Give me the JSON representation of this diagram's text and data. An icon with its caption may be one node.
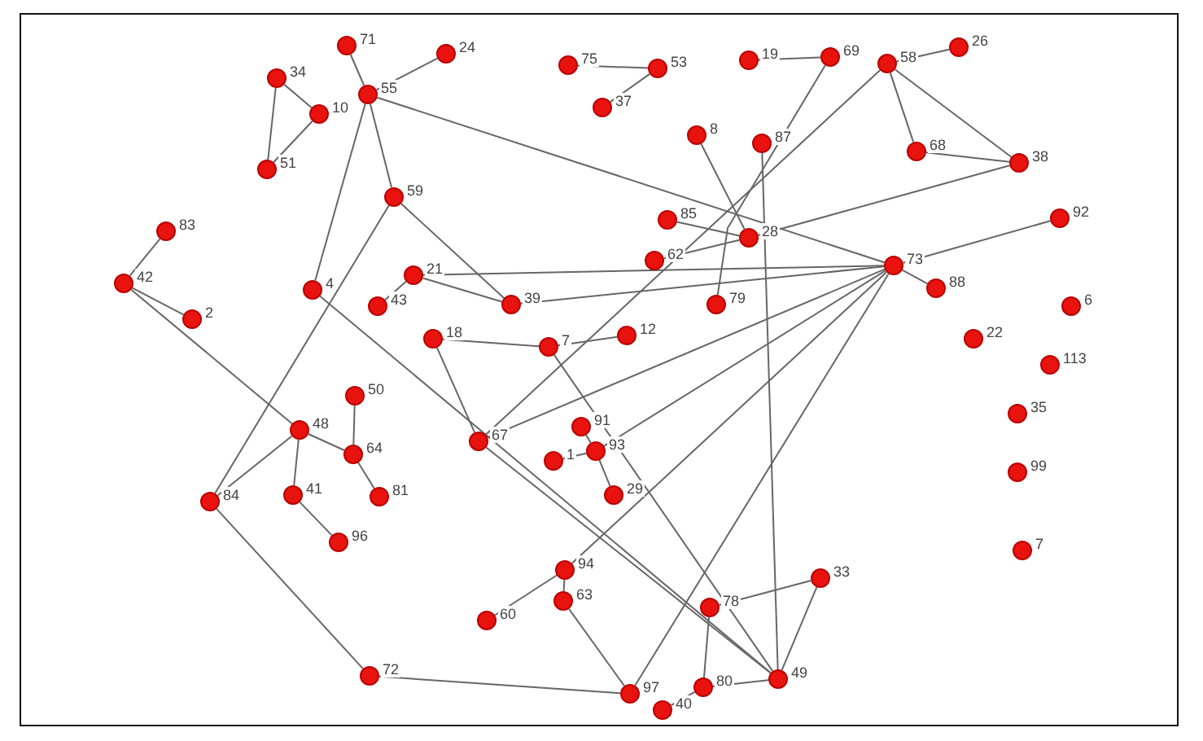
{
  "diagram": {
    "nodes": [
      {
        "text": [],
        "shape": "circle",
        "beside": [
          "71"
        ]
      },
      {
        "text": [],
        "shape": "circle",
        "beside": [
          "24"
        ]
      },
      {
        "text": [],
        "shape": "circle",
        "beside": [
          "55"
        ]
      },
      {
        "text": [],
        "shape": "circle",
        "beside": [
          "34"
        ]
      },
      {
        "text": [],
        "shape": "circle",
        "beside": [
          "10"
        ]
      },
      {
        "text": [],
        "shape": "circle",
        "beside": [
          "51"
        ]
      },
      {
        "text": [],
        "shape": "circle",
        "beside": [
          "83"
        ]
      },
      {
        "text": [],
        "shape": "circle",
        "beside": [
          "42"
        ]
      },
      {
        "text": [],
        "shape": "circle",
        "beside": [
          "2"
        ]
      },
      {
        "text": [],
        "shape": "circle",
        "beside": [
          "59"
        ]
      },
      {
        "text": [],
        "shape": "circle",
        "beside": [
          "4"
        ]
      },
      {
        "text": [],
        "shape": "circle",
        "beside": [
          "21"
        ]
      },
      {
        "text": [],
        "shape": "circle",
        "beside": [
          "43"
        ]
      },
      {
        "text": [],
        "shape": "circle",
        "beside": [
          "39"
        ]
      },
      {
        "text": [],
        "shape": "circle",
        "beside": [
          "18"
        ]
      },
      {
        "text": [],
        "shape": "circle",
        "beside": [
          "7"
        ]
      },
      {
        "text": [],
        "shape": "circle",
        "beside": [
          "12"
        ]
      },
      {
        "text": [],
        "shape": "circle",
        "beside": [
          "67"
        ]
      },
      {
        "text": [],
        "shape": "circle",
        "beside": [
          "91"
        ]
      },
      {
        "text": [],
        "shape": "circle",
        "beside": [
          "1"
        ]
      },
      {
        "text": [],
        "shape": "circle",
        "beside": [
          "93"
        ]
      },
      {
        "text": [],
        "shape": "circle",
        "beside": [
          "29"
        ]
      },
      {
        "text": [],
        "shape": "circle",
        "beside": [
          "50"
        ]
      },
      {
        "text": [],
        "shape": "circle",
        "beside": [
          "48"
        ]
      },
      {
        "text": [],
        "shape": "circle",
        "beside": [
          "64"
        ]
      },
      {
        "text": [],
        "shape": "circle",
        "beside": [
          "41"
        ]
      },
      {
        "text": [],
        "shape": "circle",
        "beside": [
          "81"
        ]
      },
      {
        "text": [],
        "shape": "circle",
        "beside": [
          "96"
        ]
      },
      {
        "text": [],
        "shape": "circle",
        "beside": [
          "84"
        ]
      },
      {
        "text": [],
        "shape": "circle",
        "beside": [
          "94"
        ]
      },
      {
        "text": [],
        "shape": "circle",
        "beside": [
          "63"
        ]
      },
      {
        "text": [],
        "shape": "circle",
        "beside": [
          "60"
        ]
      },
      {
        "text": [],
        "shape": "circle",
        "beside": [
          "78"
        ]
      },
      {
        "text": [],
        "shape": "circle",
        "beside": [
          "33"
        ]
      },
      {
        "text": [],
        "shape": "circle",
        "beside": [
          "97"
        ]
      },
      {
        "text": [],
        "shape": "circle",
        "beside": [
          "80"
        ]
      },
      {
        "text": [],
        "shape": "circle",
        "beside": [
          "49"
        ]
      },
      {
        "text": [],
        "shape": "circle",
        "beside": [
          "40"
        ]
      },
      {
        "text": [],
        "shape": "circle",
        "beside": [
          "72"
        ]
      },
      {
        "text": [],
        "shape": "circle",
        "beside": [
          "75"
        ]
      },
      {
        "text": [],
        "shape": "circle",
        "beside": [
          "53"
        ]
      },
      {
        "text": [],
        "shape": "circle",
        "beside": [
          "37"
        ]
      },
      {
        "text": [],
        "shape": "circle",
        "beside": [
          "19"
        ]
      },
      {
        "text": [],
        "shape": "circle",
        "beside": [
          "69"
        ]
      },
      {
        "text": [],
        "shape": "circle",
        "beside": [
          "58"
        ]
      },
      {
        "text": [],
        "shape": "circle",
        "beside": [
          "26"
        ]
      },
      {
        "text": [],
        "shape": "circle",
        "beside": [
          "8"
        ]
      },
      {
        "text": [],
        "shape": "circle",
        "beside": [
          "87"
        ]
      },
      {
        "text": [],
        "shape": "circle",
        "beside": [
          "68"
        ]
      },
      {
        "text": [],
        "shape": "circle",
        "beside": [
          "38"
        ]
      },
      {
        "text": [],
        "shape": "circle",
        "beside": [
          "85"
        ]
      },
      {
        "text": [],
        "shape": "circle",
        "beside": [
          "28"
        ]
      },
      {
        "text": [],
        "shape": "circle",
        "beside": [
          "62"
        ]
      },
      {
        "text": [],
        "shape": "circle",
        "beside": [
          "79"
        ]
      },
      {
        "text": [],
        "shape": "circle",
        "beside": [
          "92"
        ]
      },
      {
        "text": [],
        "shape": "circle",
        "beside": [
          "73"
        ]
      },
      {
        "text": [],
        "shape": "circle",
        "beside": [
          "88"
        ]
      },
      {
        "text": [],
        "shape": "circle",
        "beside": [
          "6"
        ]
      },
      {
        "text": [],
        "shape": "circle",
        "beside": [
          "22"
        ]
      },
      {
        "text": [],
        "shape": "circle",
        "beside": [
          "113"
        ]
      },
      {
        "text": [],
        "shape": "circle",
        "beside": [
          "35"
        ]
      },
      {
        "text": [],
        "shape": "circle",
        "beside": [
          "99"
        ]
      },
      {
        "text": [],
        "shape": "circle",
        "beside": [
          "7"
        ]
      }
    ],
    "edges": [
      {
        "from": 0,
        "to": 2,
        "arrow": "none"
      },
      {
        "from": 1,
        "to": 2,
        "arrow": "none"
      },
      {
        "from": 3,
        "to": 4,
        "arrow": "none"
      },
      {
        "from": 3,
        "to": 5,
        "arrow": "none"
      },
      {
        "from": 4,
        "to": 5,
        "arrow": "none"
      },
      {
        "from": 2,
        "to": 9,
        "arrow": "none"
      },
      {
        "from": 2,
        "to": 10,
        "arrow": "none"
      },
      {
        "from": 2,
        "to": 55,
        "arrow": "none"
      },
      {
        "from": 9,
        "to": 28,
        "arrow": "none"
      },
      {
        "from": 9,
        "to": 13,
        "arrow": "none"
      },
      {
        "from": 6,
        "to": 7,
        "arrow": "none"
      },
      {
        "from": 7,
        "to": 8,
        "arrow": "none"
      },
      {
        "from": 7,
        "to": 23,
        "arrow": "none"
      },
      {
        "from": 10,
        "to": 36,
        "arrow": "none"
      },
      {
        "from": 11,
        "to": 12,
        "arrow": "none"
      },
      {
        "from": 11,
        "to": 55,
        "arrow": "none"
      },
      {
        "from": 11,
        "to": 13,
        "arrow": "none"
      },
      {
        "from": 13,
        "to": 55,
        "arrow": "none"
      },
      {
        "from": 14,
        "to": 15,
        "arrow": "none"
      },
      {
        "from": 15,
        "to": 16,
        "arrow": "none"
      },
      {
        "from": 14,
        "to": 17,
        "arrow": "none"
      },
      {
        "from": 15,
        "to": 36,
        "arrow": "none"
      },
      {
        "from": 17,
        "to": 55,
        "arrow": "none"
      },
      {
        "from": 17,
        "to": 44,
        "arrow": "none"
      },
      {
        "from": 17,
        "to": 36,
        "arrow": "none"
      },
      {
        "from": 18,
        "to": 20,
        "arrow": "none"
      },
      {
        "from": 19,
        "to": 20,
        "arrow": "none"
      },
      {
        "from": 20,
        "to": 21,
        "arrow": "none"
      },
      {
        "from": 20,
        "to": 55,
        "arrow": "none"
      },
      {
        "from": 29,
        "to": 55,
        "arrow": "none"
      },
      {
        "from": 34,
        "to": 55,
        "arrow": "none"
      },
      {
        "from": 29,
        "to": 31,
        "arrow": "none"
      },
      {
        "from": 29,
        "to": 30,
        "arrow": "none"
      },
      {
        "from": 30,
        "to": 34,
        "arrow": "none"
      },
      {
        "from": 38,
        "to": 34,
        "arrow": "none"
      },
      {
        "from": 28,
        "to": 38,
        "arrow": "none"
      },
      {
        "from": 28,
        "to": 23,
        "arrow": "none"
      },
      {
        "from": 23,
        "to": 24,
        "arrow": "none"
      },
      {
        "from": 23,
        "to": 25,
        "arrow": "none"
      },
      {
        "from": 22,
        "to": 24,
        "arrow": "none"
      },
      {
        "from": 24,
        "to": 26,
        "arrow": "none"
      },
      {
        "from": 25,
        "to": 27,
        "arrow": "none"
      },
      {
        "from": 32,
        "to": 33,
        "arrow": "none"
      },
      {
        "from": 33,
        "to": 36,
        "arrow": "none"
      },
      {
        "from": 32,
        "to": 35,
        "arrow": "none"
      },
      {
        "from": 35,
        "to": 36,
        "arrow": "none"
      },
      {
        "from": 35,
        "to": 37,
        "arrow": "none"
      },
      {
        "from": 39,
        "to": 40,
        "arrow": "none"
      },
      {
        "from": 40,
        "to": 41,
        "arrow": "none"
      },
      {
        "from": 42,
        "to": 43,
        "arrow": "none"
      },
      {
        "from": 43,
        "to": 53,
        "arrow": "none"
      },
      {
        "from": 44,
        "to": 45,
        "arrow": "none"
      },
      {
        "from": 44,
        "to": 48,
        "arrow": "none"
      },
      {
        "from": 44,
        "to": 49,
        "arrow": "none"
      },
      {
        "from": 48,
        "to": 49,
        "arrow": "none"
      },
      {
        "from": 46,
        "to": 51,
        "arrow": "none"
      },
      {
        "from": 47,
        "to": 36,
        "arrow": "none"
      },
      {
        "from": 50,
        "to": 51,
        "arrow": "none"
      },
      {
        "from": 52,
        "to": 51,
        "arrow": "none"
      },
      {
        "from": 51,
        "to": 49,
        "arrow": "none"
      },
      {
        "from": 55,
        "to": 54,
        "arrow": "none"
      },
      {
        "from": 55,
        "to": 56,
        "arrow": "none"
      }
    ]
  }
}
